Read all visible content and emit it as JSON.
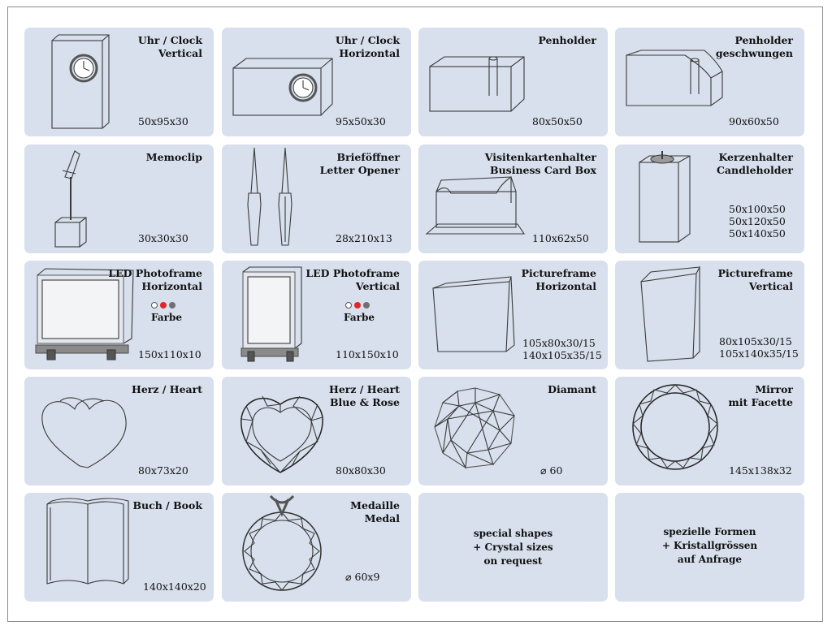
{
  "products": [
    {
      "title": "Uhr / Clock\nVertical",
      "dims": "50x95x30",
      "icon": "clock-vertical-icon"
    },
    {
      "title": "Uhr / Clock\nHorizontal",
      "dims": "95x50x30",
      "icon": "clock-horizontal-icon"
    },
    {
      "title": "Penholder",
      "dims": "80x50x50",
      "icon": "penholder-icon"
    },
    {
      "title": "Penholder\ngeschwungen",
      "dims": "90x60x50",
      "icon": "penholder-curved-icon"
    },
    {
      "title": "Memoclip",
      "dims": "30x30x30",
      "icon": "memoclip-icon"
    },
    {
      "title": "Brieföffner\nLetter Opener",
      "dims": "28x210x13",
      "icon": "letter-opener-icon"
    },
    {
      "title": "Visitenkartenhalter\nBusiness Card Box",
      "dims": "110x62x50",
      "icon": "card-box-icon"
    },
    {
      "title": "Kerzenhalter\nCandleholder",
      "dims": "50x100x50\n50x120x50\n50x140x50",
      "icon": "candleholder-icon"
    },
    {
      "title": "LED Photoframe\nHorizontal",
      "dims": "150x110x10",
      "farbe": "Farbe",
      "icon": "led-frame-horizontal-icon"
    },
    {
      "title": "LED Photoframe\nVertical",
      "dims": "110x150x10",
      "farbe": "Farbe",
      "icon": "led-frame-vertical-icon"
    },
    {
      "title": "Pictureframe\nHorizontal",
      "dims": "105x80x30/15\n140x105x35/15",
      "icon": "pictureframe-horizontal-icon"
    },
    {
      "title": "Pictureframe\nVertical",
      "dims": "80x105x30/15\n105x140x35/15",
      "icon": "pictureframe-vertical-icon"
    },
    {
      "title": "Herz / Heart",
      "dims": "80x73x20",
      "icon": "heart-icon"
    },
    {
      "title": "Herz / Heart\nBlue & Rose",
      "dims": "80x80x30",
      "icon": "heart-facet-icon"
    },
    {
      "title": "Diamant",
      "dims": "⌀ 60",
      "icon": "diamond-icon"
    },
    {
      "title": "Mirror\nmit Facette",
      "dims": "145x138x32",
      "icon": "mirror-facet-icon"
    },
    {
      "title": "Buch / Book",
      "dims": "140x140x20",
      "icon": "book-icon"
    },
    {
      "title": "Medaille\nMedal",
      "dims": "⌀ 60x9",
      "icon": "medal-icon"
    },
    {
      "note": "special shapes\n+ Crystal sizes\non request"
    },
    {
      "note": "spezielle Formen\n+ Kristallgrössen\nauf Anfrage"
    }
  ],
  "colors": {
    "card_bg": "#d7e0ec",
    "dot_white": "#ffffff",
    "dot_red": "#e0262a",
    "dot_grey": "#707070"
  }
}
